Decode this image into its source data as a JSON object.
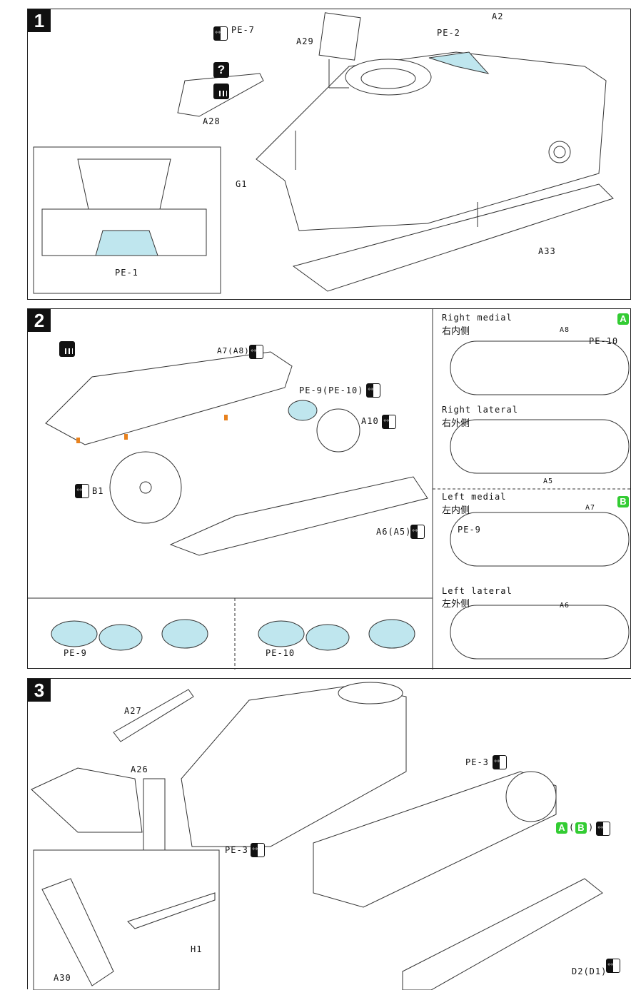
{
  "steps": [
    {
      "number": "1",
      "labels": {
        "a2": "A2",
        "pe2": "PE-2",
        "pe7": "PE-7",
        "a29": "A29",
        "a28": "A28",
        "g1": "G1",
        "a33": "A33",
        "pe1": "PE-1"
      }
    },
    {
      "number": "2",
      "labels": {
        "a7a8": "A7(A8)",
        "pe9pe10": "PE-9(PE-10)",
        "a10": "A10",
        "b1": "B1",
        "a6a5": "A6(A5)",
        "pe9": "PE-9",
        "pe10": "PE-10"
      },
      "side_views": [
        {
          "badge": "A",
          "title": "Right medial",
          "title_cn": "右内侧",
          "parts": [
            "A8",
            "PE-10"
          ]
        },
        {
          "title": "Right lateral",
          "title_cn": "右外侧",
          "parts": [
            "A5"
          ]
        },
        {
          "badge": "B",
          "title": "Left medial",
          "title_cn": "左内侧",
          "parts": [
            "A7",
            "PE-9"
          ]
        },
        {
          "title": "Left lateral",
          "title_cn": "左外侧",
          "parts": [
            "A6"
          ]
        }
      ]
    },
    {
      "number": "3",
      "labels": {
        "a27": "A27",
        "a26": "A26",
        "pe3a": "PE-3",
        "pe3b": "PE-3",
        "a": "A",
        "paren_open": "(",
        "b": "B",
        "paren_close": ")",
        "h1": "H1",
        "a30": "A30",
        "d2d1": "D2(D1)"
      }
    }
  ],
  "icons": {
    "question": "?"
  },
  "colors": {
    "photo_etch": "#bfe6ee",
    "badge": "#33cc33",
    "orange": "#e8821e"
  }
}
